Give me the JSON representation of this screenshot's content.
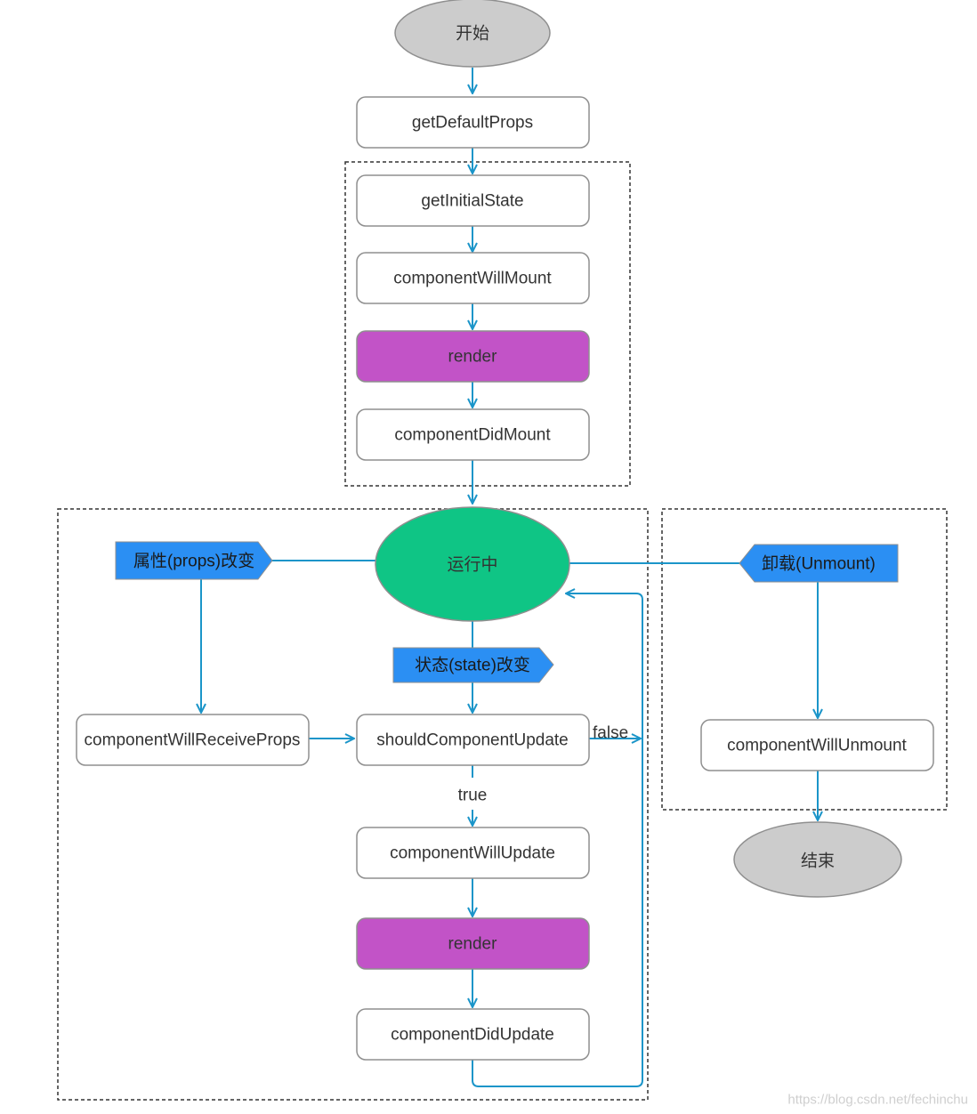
{
  "colors": {
    "edge": "#1b95c9",
    "box_fill": "#ffffff",
    "box_stroke": "#8f8f8f",
    "render_fill": "#c253c7",
    "terminal_fill": "#cccccc",
    "running_fill": "#0fc585",
    "tag_fill": "#2b8ff3",
    "group_border": "#333333"
  },
  "nodes": {
    "start": "开始",
    "get_default_props": "getDefaultProps",
    "get_initial_state": "getInitialState",
    "component_will_mount": "componentWillMount",
    "render_mount": "render",
    "component_did_mount": "componentDidMount",
    "running": "运行中",
    "props_change": "属性(props)改变",
    "unmount": "卸载(Unmount)",
    "state_change": "状态(state)改变",
    "component_will_receive_props": "componentWillReceiveProps",
    "should_component_update": "shouldComponentUpdate",
    "component_will_unmount": "componentWillUnmount",
    "component_will_update": "componentWillUpdate",
    "render_update": "render",
    "component_did_update": "componentDidUpdate",
    "end": "结束"
  },
  "edge_labels": {
    "false": "false",
    "true": "true"
  },
  "watermark": "https://blog.csdn.net/fechinchu"
}
